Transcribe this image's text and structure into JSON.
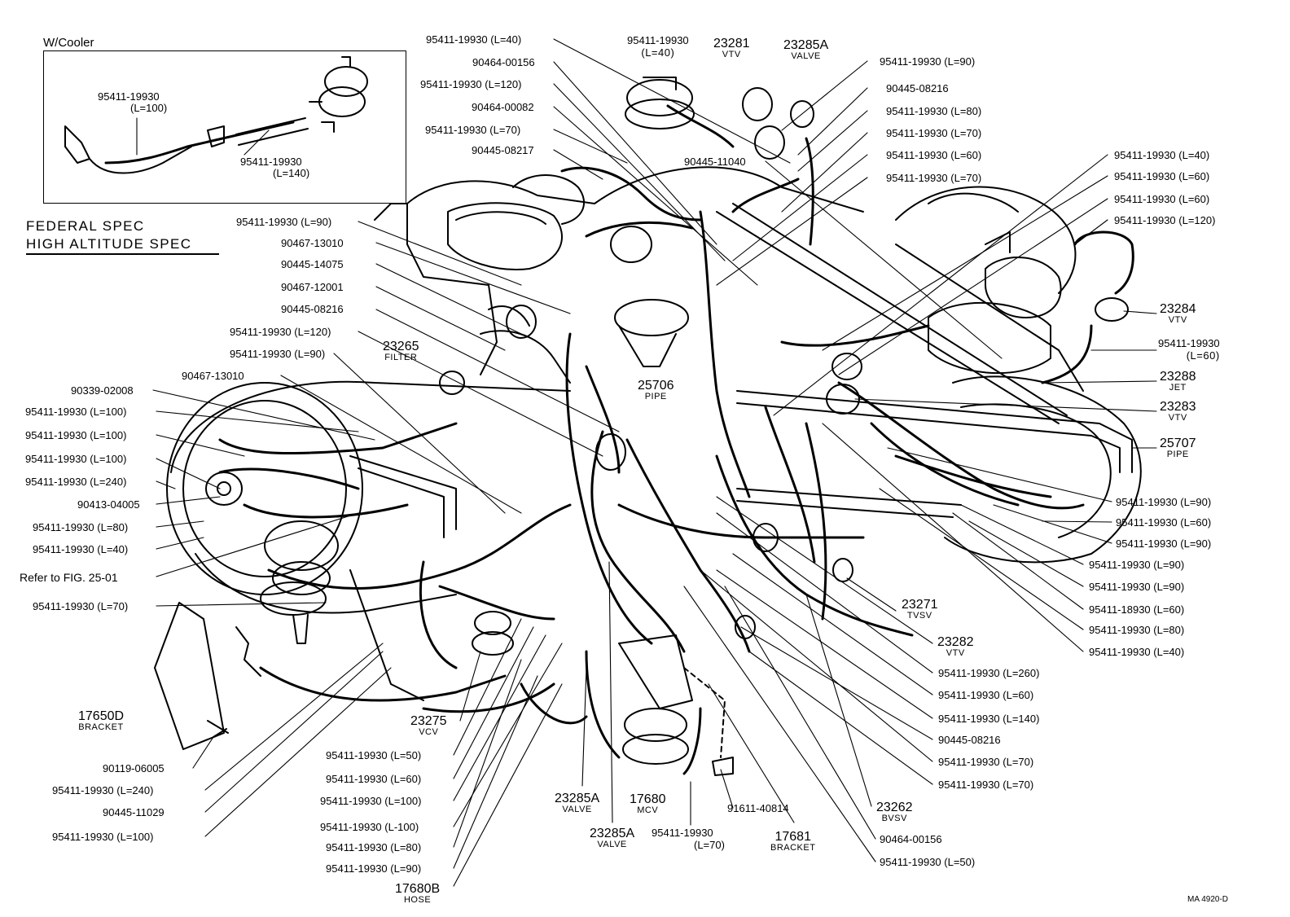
{
  "inset": {
    "title": "W/Cooler",
    "label_a": "95411-19930",
    "label_a_len": "(L=100)",
    "label_b": "95411-19930",
    "label_b_len": "(L=140)"
  },
  "spec": {
    "line1": "FEDERAL SPEC",
    "line2": "HIGH ALTITUDE SPEC"
  },
  "footer": "MA  4920-D",
  "left": [
    "95411-19930 (L=90)",
    "90467-13010",
    "90445-14075",
    "90467-12001",
    "90445-08216",
    "95411-19930 (L=120)",
    "95411-19930 (L=90)",
    "90467-13010",
    "90339-02008",
    "95411-19930 (L=100)",
    "95411-19930 (L=100)",
    "95411-19930 (L=100)",
    "95411-19930 (L=240)",
    "90413-04005",
    "95411-19930 (L=80)",
    "95411-19930 (L=40)",
    "Refer to FIG. 25-01",
    "95411-19930 (L=70)"
  ],
  "top": [
    "95411-19930 (L=40)",
    "90464-00156",
    "95411-19930 (L=120)",
    "90464-00082",
    "95411-19930 (L=70)",
    "90445-08217",
    "90445-11040"
  ],
  "top_right": [
    "95411-19930 (L=90)",
    "90445-08216",
    "95411-19930 (L=80)",
    "95411-19930 (L=70)",
    "95411-19930 (L=60)",
    "95411-19930 (L=70)"
  ],
  "right_upper": [
    "95411-19930 (L=40)",
    "95411-19930 (L=60)",
    "95411-19930 (L=60)",
    "95411-19930 (L=120)"
  ],
  "right_lower": [
    "95411-19930 (L=90)",
    "95411-19930 (L=60)",
    "95411-19930 (L=90)",
    "95411-19930 (L=90)",
    "95411-19930 (L=90)",
    "95411-18930 (L=60)",
    "95411-19930 (L=80)",
    "95411-19930 (L=40)"
  ],
  "center_right": [
    "95411-19930 (L=260)",
    "95411-19930 (L=60)",
    "95411-19930 (L=140)",
    "90445-08216",
    "95411-19930 (L=70)",
    "95411-19930 (L=70)",
    "90464-00156",
    "95411-19930 (L=50)"
  ],
  "bottom_left": [
    "95411-19930 (L=50)",
    "95411-19930 (L=60)",
    "95411-19930 (L=100)",
    "95411-19930 (L-100)",
    "95411-19930 (L=80)",
    "95411-19930 (L=90)",
    "90119-06005",
    "95411-19930 (L=240)",
    "90445-11029",
    "95411-19930 (L=100)"
  ],
  "bottom": {
    "hose_a": "95411-19930",
    "hose_a_len": "(L=70)",
    "bolt": "91611-40814"
  },
  "parts": [
    {
      "num": "23281",
      "desc": "VTV"
    },
    {
      "num": "23285A",
      "desc": "VALVE"
    },
    {
      "num": "95411-19930",
      "desc": "(L=40)"
    },
    {
      "num": "23265",
      "desc": "FILTER"
    },
    {
      "num": "25706",
      "desc": "PIPE"
    },
    {
      "num": "23284",
      "desc": "VTV"
    },
    {
      "num": "95411-19930",
      "desc": "(L=60)"
    },
    {
      "num": "23288",
      "desc": "JET"
    },
    {
      "num": "23283",
      "desc": "VTV"
    },
    {
      "num": "25707",
      "desc": "PIPE"
    },
    {
      "num": "23271",
      "desc": "TVSV"
    },
    {
      "num": "23282",
      "desc": "VTV"
    },
    {
      "num": "23262",
      "desc": "BVSV"
    },
    {
      "num": "17681",
      "desc": "BRACKET"
    },
    {
      "num": "17680",
      "desc": "MCV"
    },
    {
      "num": "23285A",
      "desc": "VALVE"
    },
    {
      "num": "23285A",
      "desc": "VALVE"
    },
    {
      "num": "23275",
      "desc": "VCV"
    },
    {
      "num": "17650D",
      "desc": "BRACKET"
    },
    {
      "num": "17680B",
      "desc": "HOSE"
    }
  ]
}
